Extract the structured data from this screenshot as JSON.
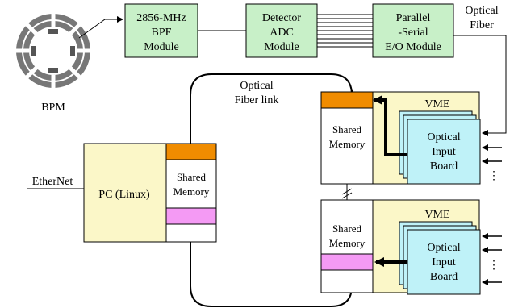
{
  "colors": {
    "module_green": "#c8f0c8",
    "vme_yellow": "#fbf7c8",
    "board_cyan": "#bff2f8",
    "marker_orange": "#f08c00",
    "marker_pink": "#f49af4",
    "stroke": "#000000",
    "bpm_gray": "#666666"
  },
  "bpm": {
    "label": "BPM",
    "icon": "bpm-ring-icon"
  },
  "modules": {
    "bpf": {
      "line1": "2856-MHz",
      "line2": "BPF",
      "line3": "Module"
    },
    "adc": {
      "line1": "Detector",
      "line2": "ADC",
      "line3": "Module"
    },
    "ps": {
      "line1": "Parallel",
      "line2": "-Serial",
      "line3": "E/O Module"
    }
  },
  "optical_fiber": {
    "line1": "Optical",
    "line2": "Fiber"
  },
  "fiber_link": {
    "line1": "Optical",
    "line2": "Fiber link"
  },
  "pc": {
    "label": "PC (Linux)",
    "ethernet_label": "EtherNet"
  },
  "shared_memory": {
    "line1": "Shared",
    "line2": "Memory"
  },
  "vme_label": "VME",
  "optical_input_board": {
    "line1": "Optical",
    "line2": "Input",
    "line3": "Board"
  },
  "ellipsis": "⋮"
}
